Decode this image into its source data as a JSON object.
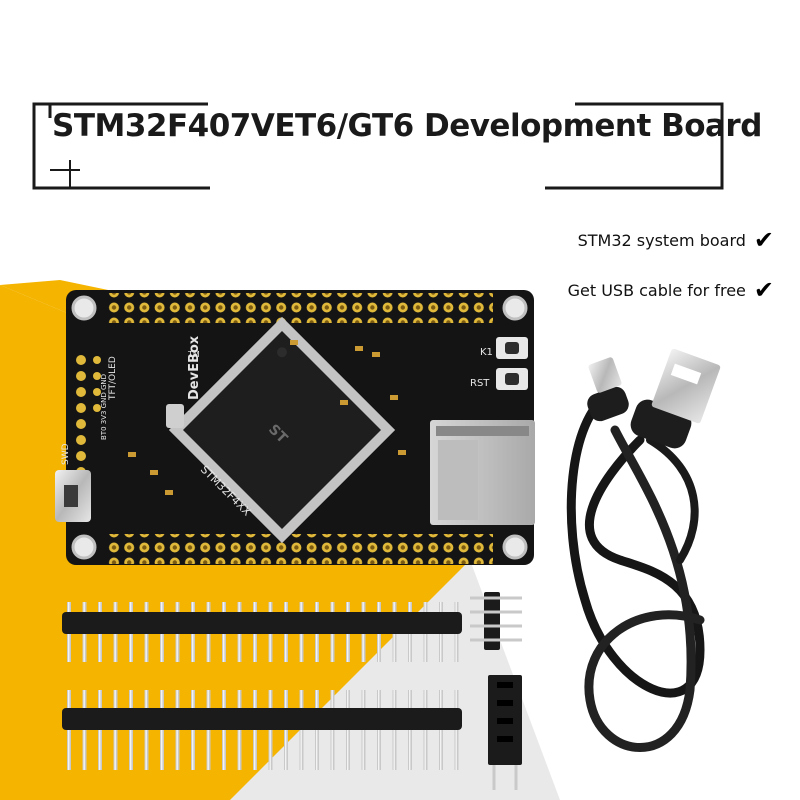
{
  "title": "STM32F407VET6/GT6 Development Board",
  "features": [
    {
      "label": "STM32 system board",
      "icon": "check-icon"
    },
    {
      "label": "Get USB cable for free",
      "icon": "check-icon"
    }
  ],
  "board": {
    "brand": "DevEBox",
    "chip_marking": "STM32F4XX",
    "tft_label": "TFT/OLED",
    "swd_label": "SWD",
    "pin_row_label": "BT0 3V3 GND GND",
    "rst_label": "RST",
    "k1_label": "K1",
    "tm_mark": "TM"
  },
  "colors": {
    "accent_yellow": "#f5b400",
    "pcb_black": "#141414",
    "pin_gold": "#e0b93a"
  }
}
